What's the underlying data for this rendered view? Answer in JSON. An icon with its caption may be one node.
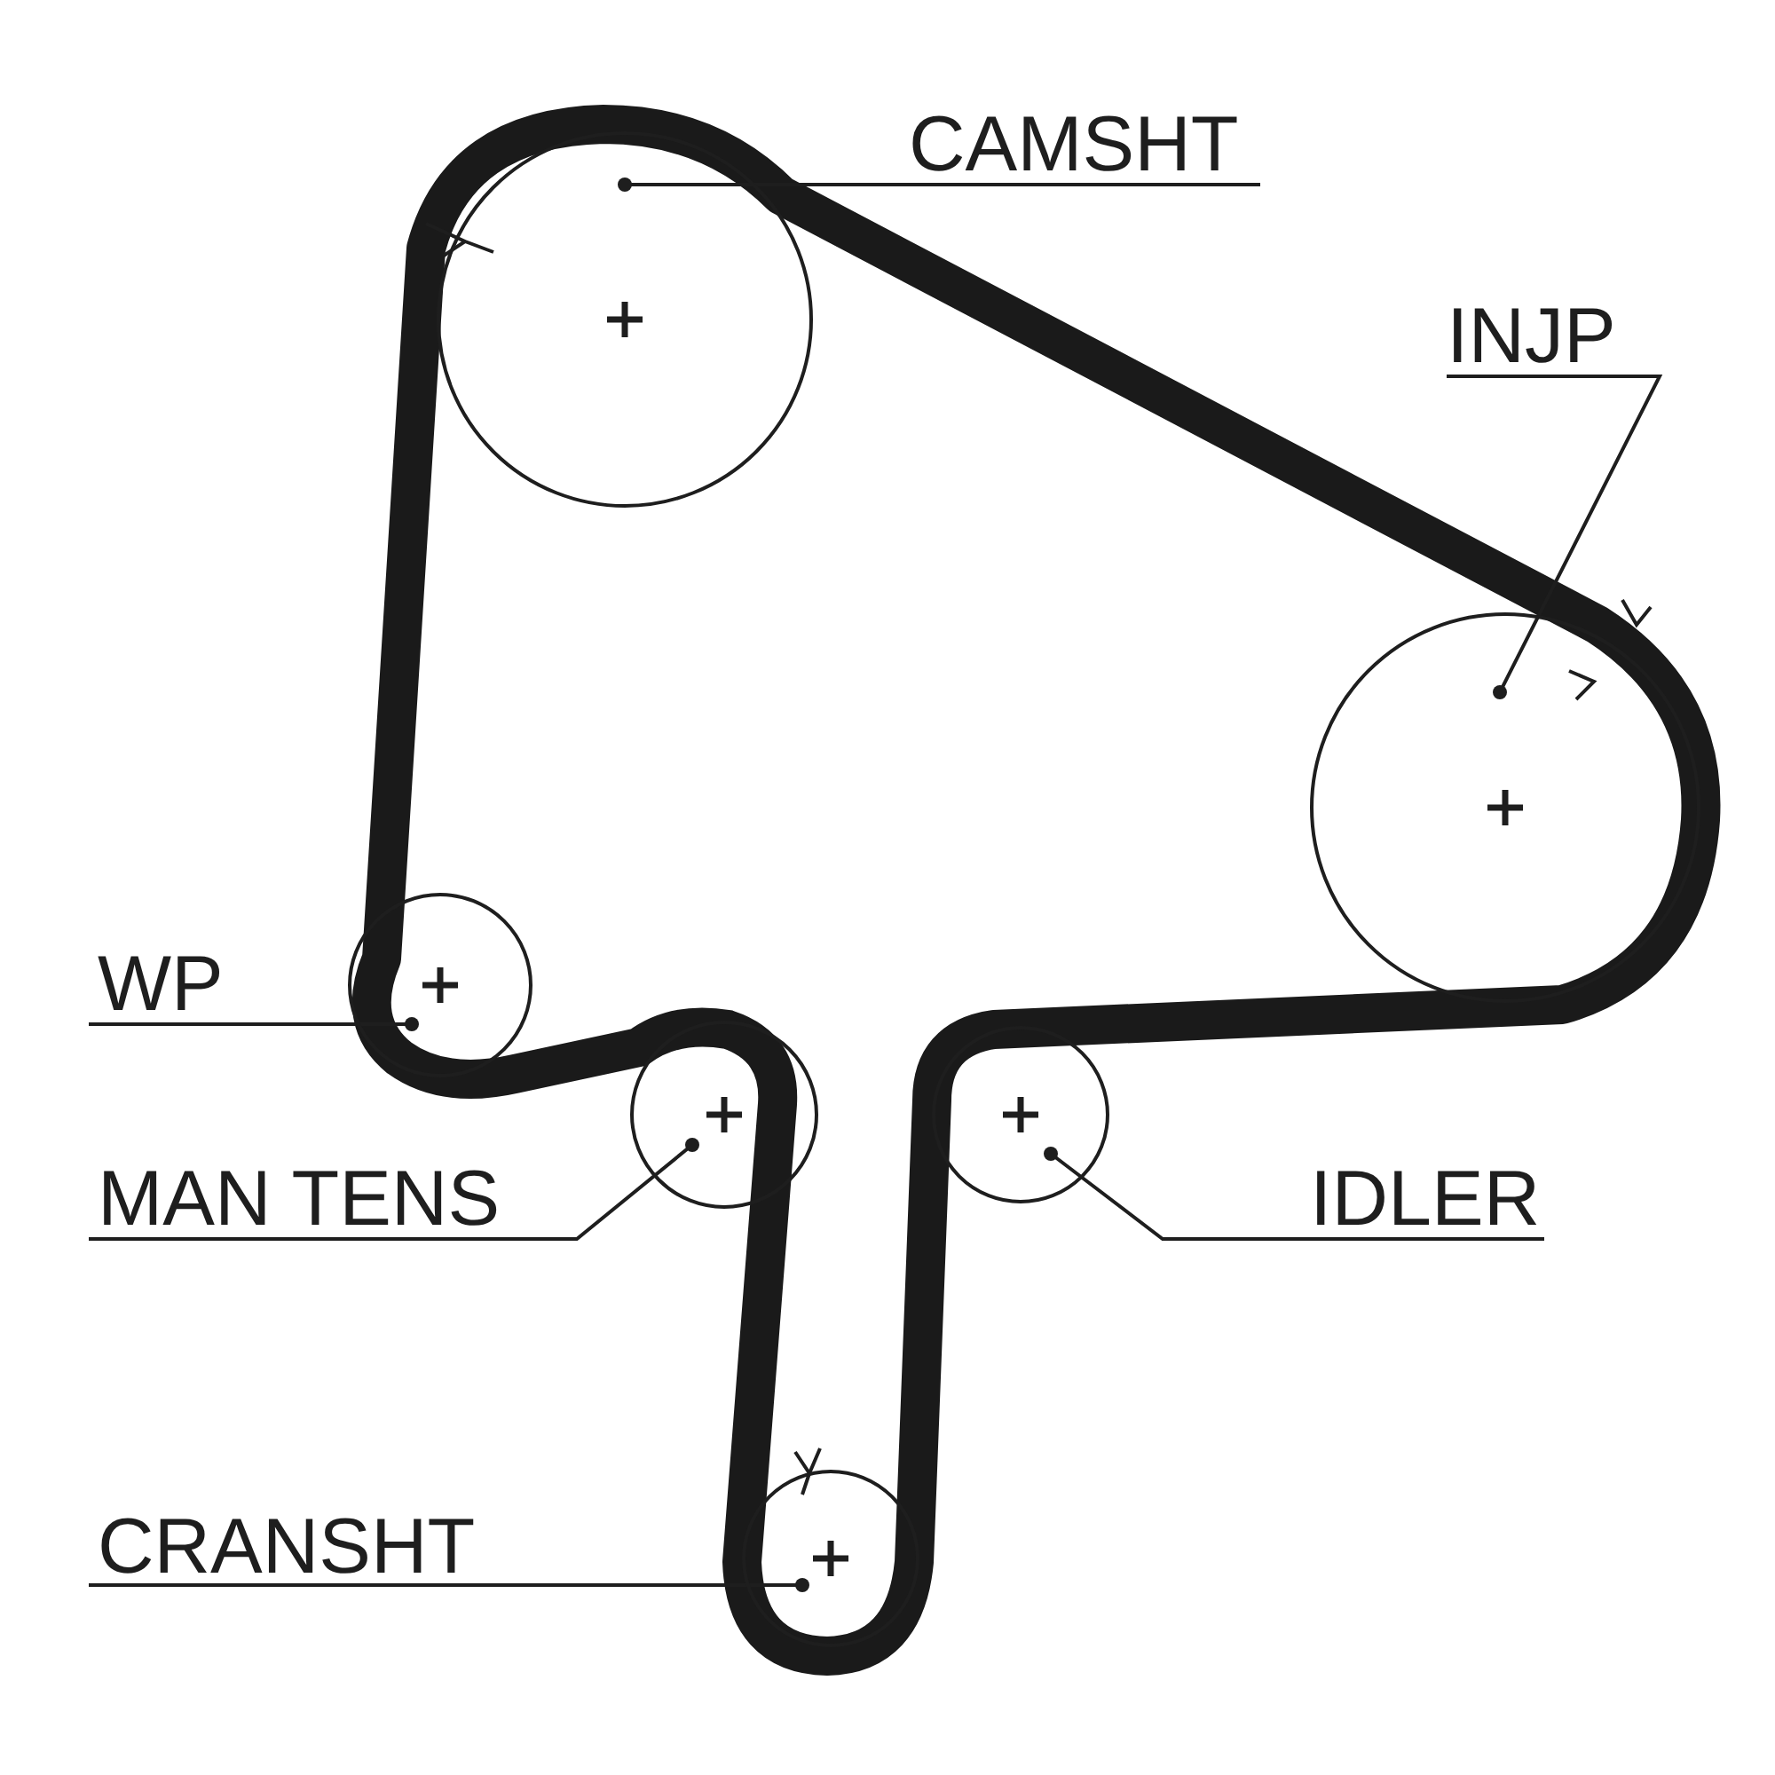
{
  "diagram": {
    "nodes": [
      {
        "text": [
          "CAMSHT"
        ]
      },
      {
        "text": [],
        "shape": "circle"
      },
      {
        "text": [
          "INJP"
        ]
      },
      {
        "text": [],
        "shape": "circle"
      },
      {
        "text": [
          "WP"
        ]
      },
      {
        "text": [],
        "shape": "circle"
      },
      {
        "text": [
          "MAN TENS"
        ]
      },
      {
        "text": [],
        "shape": "circle"
      },
      {
        "text": [
          "IDLER"
        ]
      },
      {
        "text": [],
        "shape": "circle"
      },
      {
        "text": [
          "CRANSHT"
        ]
      },
      {
        "text": [],
        "shape": "circle"
      }
    ],
    "edges": [
      {
        "from": 0,
        "to": 1,
        "arrow": "other"
      },
      {
        "from": 2,
        "to": 3,
        "arrow": "other"
      },
      {
        "from": 4,
        "to": 5,
        "arrow": "other"
      },
      {
        "from": 6,
        "to": 7,
        "arrow": "other"
      },
      {
        "from": 8,
        "to": 9,
        "arrow": "other"
      },
      {
        "from": 10,
        "to": 11,
        "arrow": "other"
      }
    ]
  }
}
